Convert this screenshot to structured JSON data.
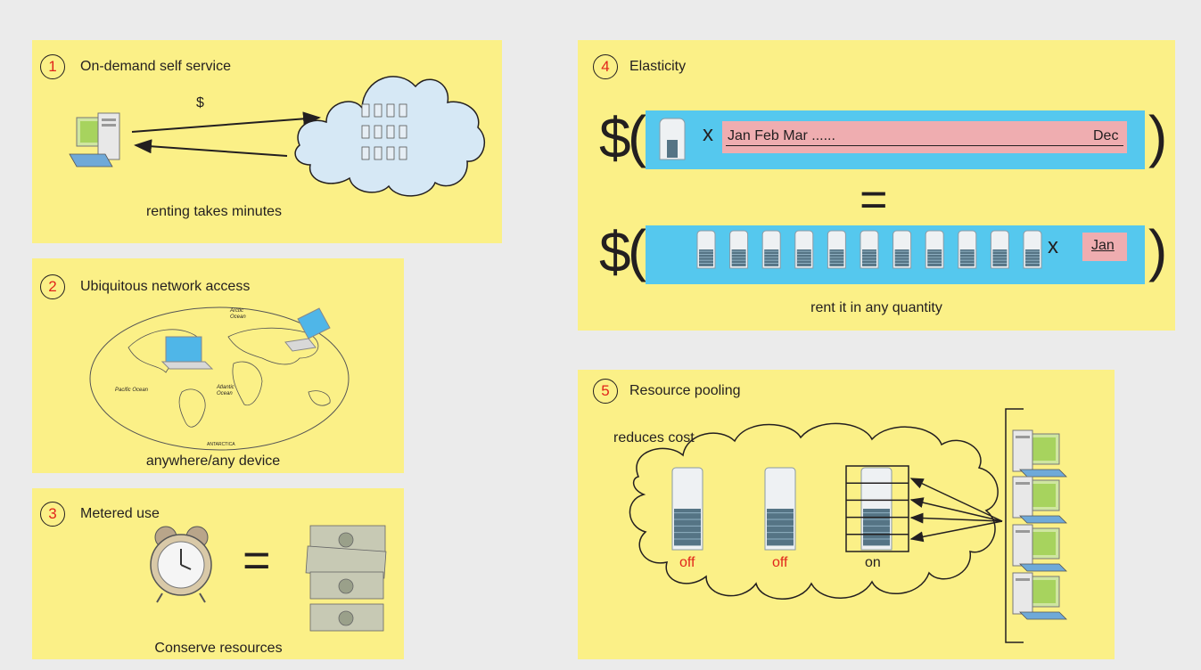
{
  "panels": [
    {
      "number": "1",
      "title": "On-demand self service",
      "caption": "renting takes minutes",
      "label": "$"
    },
    {
      "number": "2",
      "title": "Ubiquitous network access",
      "caption": "anywhere/any device",
      "map_labels": {
        "arctic": "Arctic Ocean",
        "pacific": "Pacific Ocean",
        "atlantic": "Atlantic Ocean",
        "antarctica": "ANTARCTICA"
      }
    },
    {
      "number": "3",
      "title": "Metered use",
      "caption": "Conserve resources",
      "equals": "="
    },
    {
      "number": "4",
      "title": "Elasticity",
      "caption": "rent it in any quantity",
      "dollar": "$",
      "open_paren": "(",
      "close_paren": ")",
      "times": "x",
      "equals": "=",
      "row1_months": "Jan Feb Mar ......",
      "row1_end": "Dec",
      "row2_month": "Jan",
      "server_count": 11
    },
    {
      "number": "5",
      "title": "Resource pooling",
      "caption": "reduces cost",
      "server_states": [
        "off",
        "off",
        "on"
      ],
      "client_count": 4
    }
  ],
  "colors": {
    "background": "#ebebeb",
    "panel": "#fbf087",
    "number": "#e1251b",
    "bar": "#55c8ee",
    "month_bar": "#efadb0",
    "cloud": "#d6e8f5"
  }
}
